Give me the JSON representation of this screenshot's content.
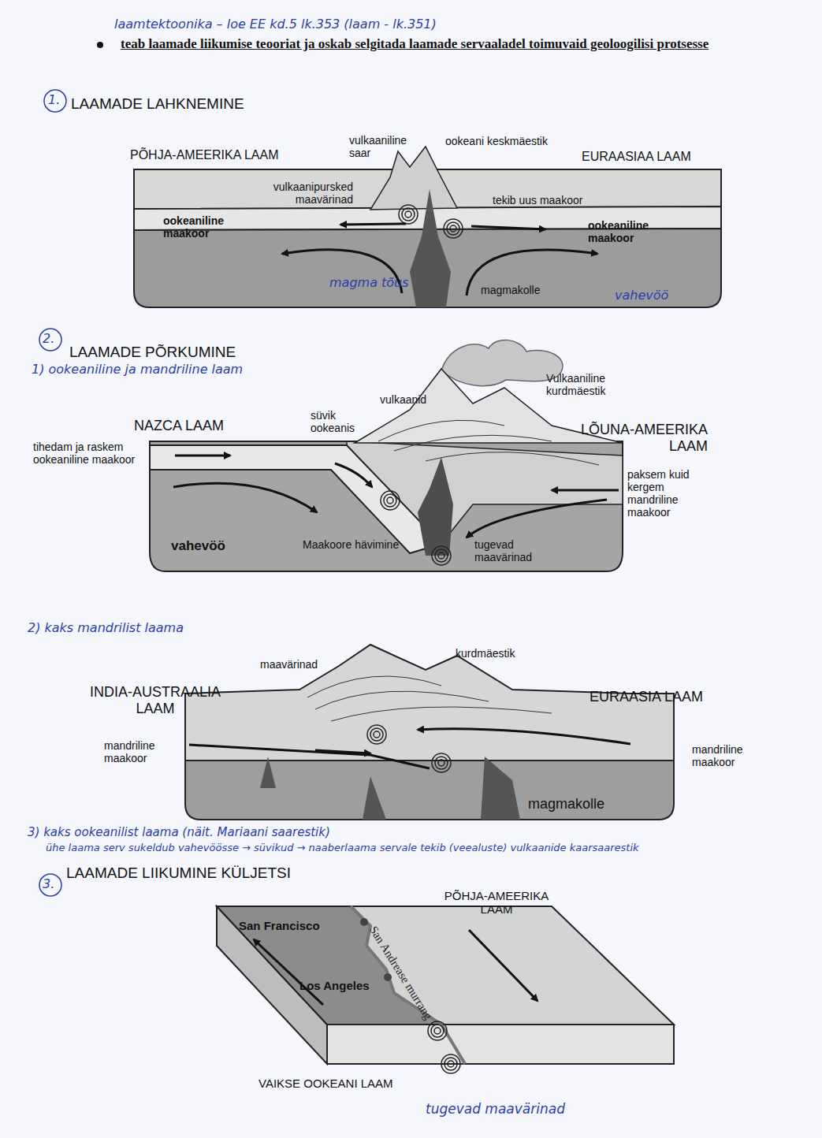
{
  "diagram": {
    "title": "teab laamade liikumise teooriat ja oskab selgitada laamade servaaladel toimuvaid geoloogilisi protsesse",
    "labels": [
      "laamtektoonika – loe EE kd.5 lk.353 (laam - lk.351)",
      "1.",
      "LAAMADE LAHKNEMINE",
      "vulkaaniline saar",
      "ookeani keskmäestik",
      "PÕHJA-AMEERIKA LAAM",
      "EURAASIAA LAAM",
      "vulkaanipursked maavärinad",
      "tekib uus maakoor",
      "ookeaniline maakoor",
      "ookeaniline maakoor",
      "magma tõus",
      "magmakolle",
      "vahevöö",
      "2.",
      "LAAMADE PÕRKUMINE",
      "1) ookeaniline ja mandriline laam",
      "Vulkaaniline kurdmäestik",
      "vulkaanid",
      "süvik ookeanis",
      "NAZCA LAAM",
      "LÕUNA-AMEERIKA LAAM",
      "tihedam ja raskem ookeaniline maakoor",
      "paksem kuid kergem mandriline maakoor",
      "vahevöö",
      "Maakoore hävimine",
      "tugevad maavärinad",
      "2) kaks mandrilist laama",
      "maavärinad",
      "kurdmäestik",
      "INDIA-AUSTRAALIA LAAM",
      "EURAASIA LAAM",
      "mandriline maakoor",
      "mandriline maakoor",
      "magmakolle",
      "3) kaks ookeanilist laama (näit. Mariaani saarestik)",
      "ühe laama serv sukeldub vahevöösse → süvikud → naaberlaama servale tekib (veealuste) vulkaanide kaarsaarestik",
      "3.",
      "LAAMADE LIIKUMINE KÜLJETSI",
      "PÕHJA-AMEERIKA LAAM",
      "San Francisco",
      "San Andrease murrang",
      "Los Angeles",
      "VAIKSE OOKEANI LAAM",
      "tugevad maavärinad"
    ]
  }
}
